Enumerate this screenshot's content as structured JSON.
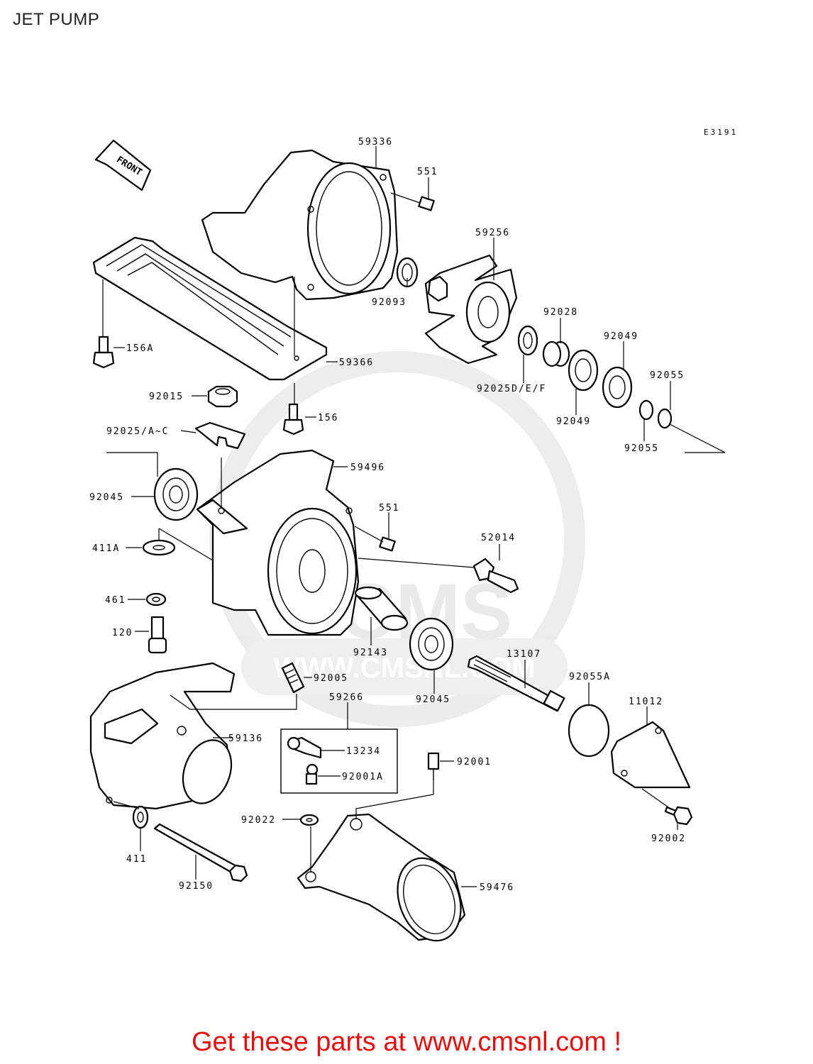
{
  "title": "JET PUMP",
  "diagram_code": "E3191",
  "front_label": "FRONT",
  "watermark_text": "CMS",
  "watermark_url": "WWW.CMSNL.COM",
  "footer_link": "Get these parts at www.cmsnl.com !",
  "colors": {
    "footer": "#e01010",
    "lines": "#000000",
    "watermark": "#bdbdbd"
  },
  "labels": {
    "p59336": "59336",
    "p551a": "551",
    "p59256": "59256",
    "p92093": "92093",
    "p92028": "92028",
    "p92049a": "92049",
    "p92055a": "92055",
    "p92025def": "92025D/E/F",
    "p92049b": "92049",
    "p92055b": "92055",
    "p156a": "156A",
    "p59366": "59366",
    "p92015": "92015",
    "p156": "156",
    "p92025ac": "92025/A~C",
    "p59496": "59496",
    "p92045a": "92045",
    "p551b": "551",
    "p52014": "52014",
    "p411a": "411A",
    "p461": "461",
    "p120": "120",
    "p92143": "92143",
    "p92045b": "92045",
    "p13107": "13107",
    "p92055A": "92055A",
    "p92005": "92005",
    "p59266": "59266",
    "p11012": "11012",
    "p59136": "59136",
    "p13234": "13234",
    "p92001": "92001",
    "p92001A": "92001A",
    "p92022": "92022",
    "p92002": "92002",
    "p411": "411",
    "p92150": "92150",
    "p59476": "59476"
  }
}
